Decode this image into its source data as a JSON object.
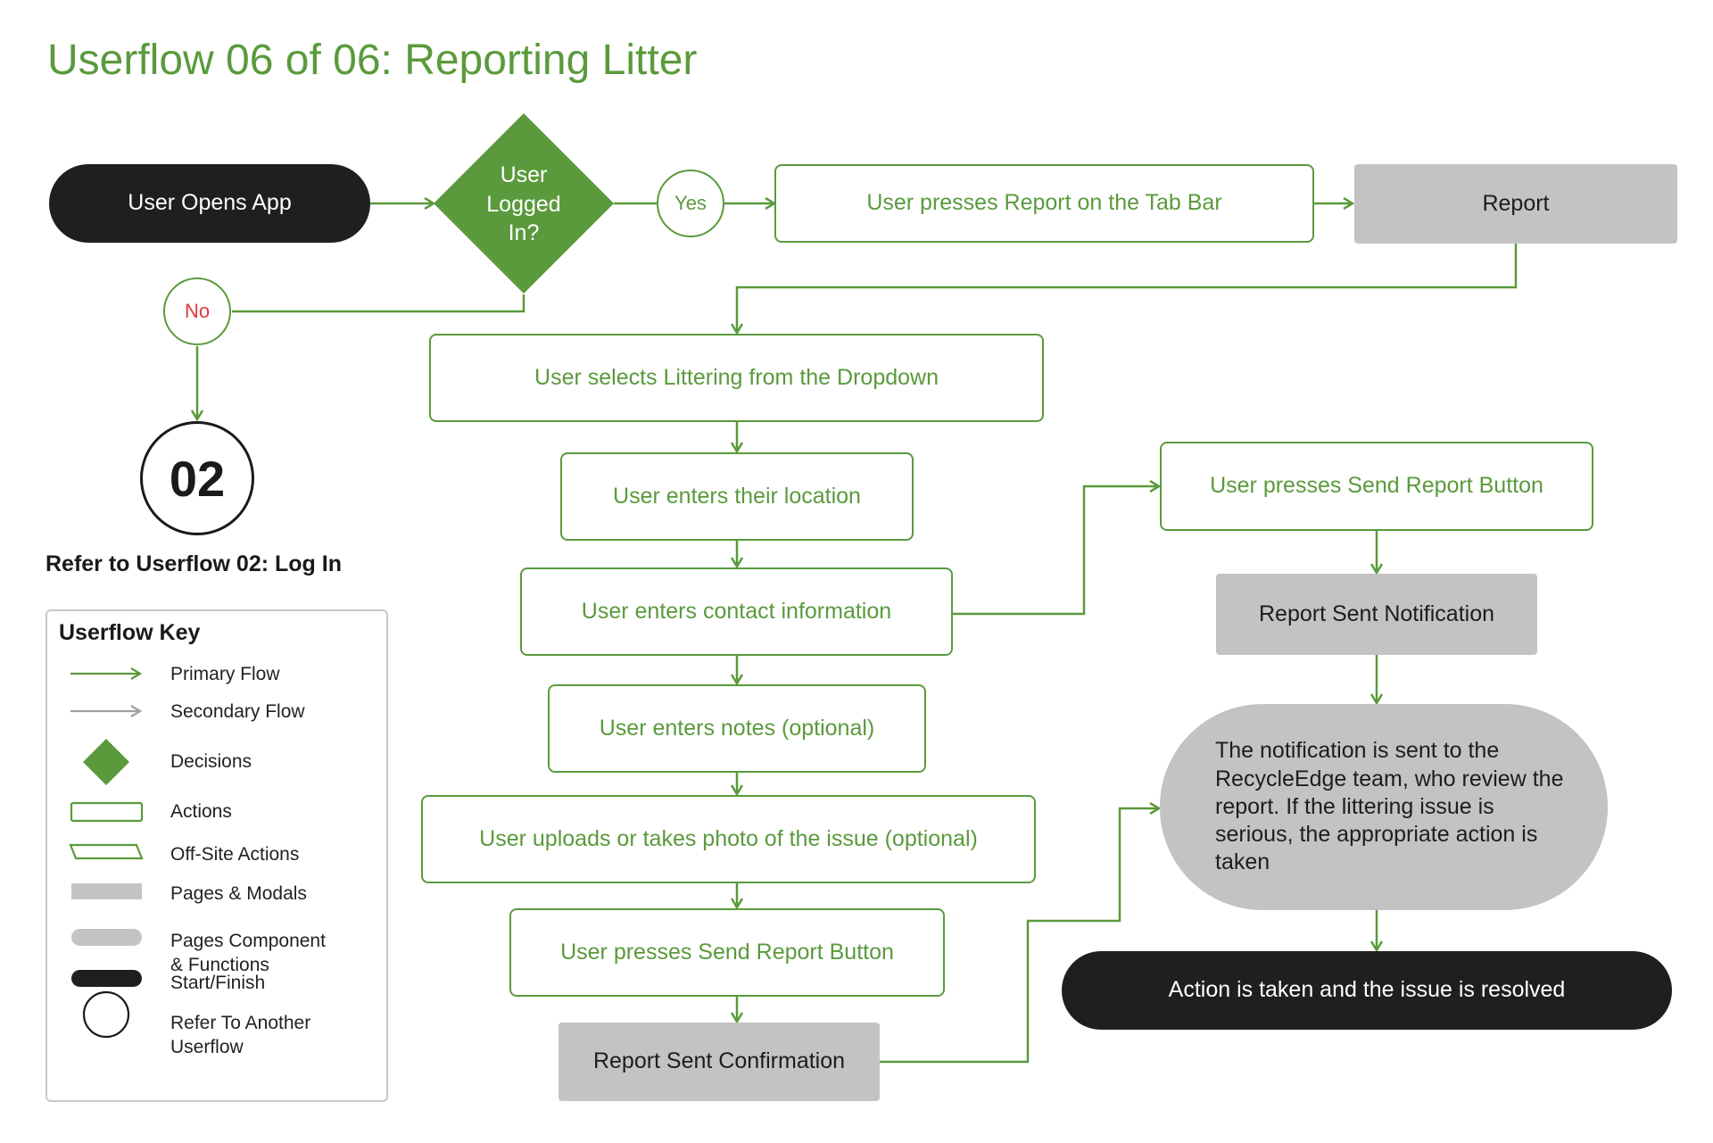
{
  "title": "Userflow 06 of 06: Reporting Litter",
  "colors": {
    "green": "#5a9a3c",
    "page_gray": "#c3c3c3",
    "start_black": "#1f1f1f",
    "no_red": "#e23a3a"
  },
  "nodes": {
    "start": "User Opens App",
    "decision_line1": "User",
    "decision_line2": "Logged",
    "decision_line3": "In?",
    "yes": "Yes",
    "no": "No",
    "tab_bar": "User presses Report on the Tab Bar",
    "report_page": "Report",
    "dropdown": "User selects Littering from the Dropdown",
    "location": "User enters their location",
    "contact": "User enters contact information",
    "notes": "User enters notes (optional)",
    "photo": "User uploads or takes photo of the issue (optional)",
    "send_left": "User presses Send Report Button",
    "confirmation": "Report Sent Confirmation",
    "send_right": "User presses Send Report Button",
    "notification": "Report Sent Notification",
    "review": "The notification is sent to the RecycleEdge team, who review the report. If the littering issue is serious, the appropriate action is taken",
    "resolved": "Action is taken and the issue is resolved",
    "ref_number": "02",
    "ref_text": "Refer to Userflow 02: Log In"
  },
  "key": {
    "title": "Userflow Key",
    "items": [
      {
        "label": "Primary Flow",
        "icon": "primary-flow-arrow"
      },
      {
        "label": "Secondary Flow",
        "icon": "secondary-flow-arrow"
      },
      {
        "label": "Decisions",
        "icon": "diamond"
      },
      {
        "label": "Actions",
        "icon": "outlined-rectangle"
      },
      {
        "label": "Off-Site Actions",
        "icon": "parallelogram"
      },
      {
        "label": "Pages & Modals",
        "icon": "gray-rectangle"
      },
      {
        "label": "Pages Component\n& Functions",
        "icon": "gray-pill"
      },
      {
        "label": "Start/Finish",
        "icon": "black-pill"
      },
      {
        "label": "Refer To Another\nUserflow",
        "icon": "circle"
      }
    ]
  }
}
